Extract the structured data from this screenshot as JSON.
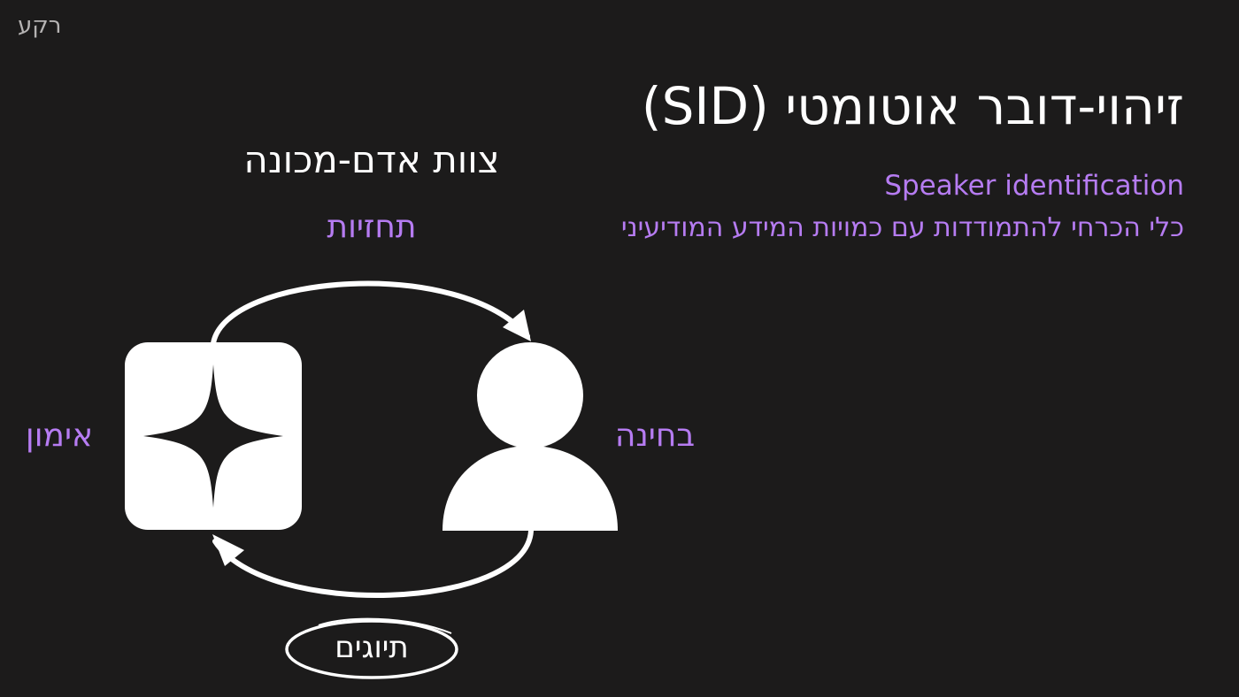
{
  "header": {
    "section_label": "רקע"
  },
  "slide": {
    "title": "זיהוי-דובר אוטומטי (SID)",
    "subtitle_en": "Speaker identification",
    "subtitle_he": "כלי הכרחי להתמודדות עם כמויות המידע המודיעיני"
  },
  "diagram": {
    "title": "צוות אדם-מכונה",
    "predictions_label": "תחזיות",
    "training_label": "אימון",
    "testing_label": "בחינה",
    "tags_label": "תיוגים",
    "icons": {
      "machine": "four-point-star-icon",
      "human": "person-icon"
    }
  },
  "colors": {
    "background": "#1c1b1b",
    "accent": "#b67cf2",
    "foreground": "#ffffff",
    "muted": "#b5b3b3"
  }
}
